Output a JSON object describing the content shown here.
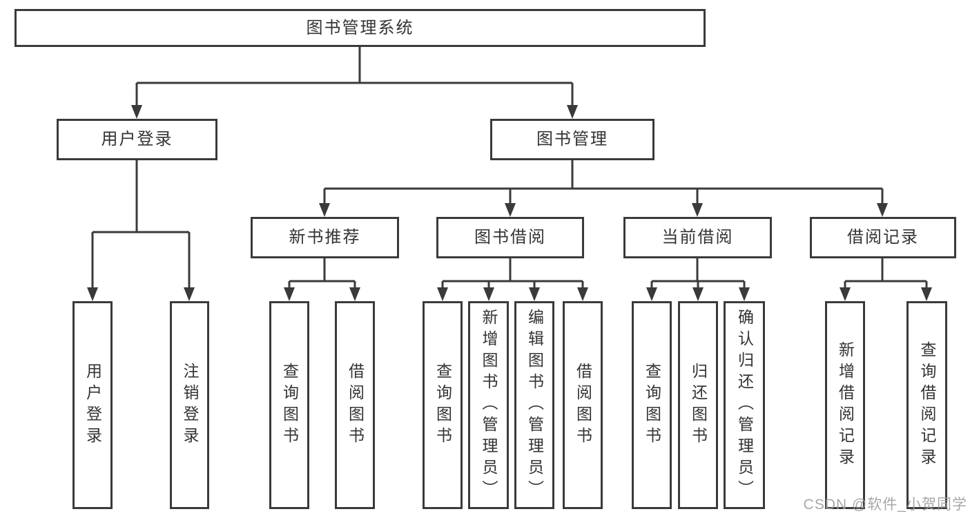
{
  "diagram": {
    "type": "tree",
    "root": {
      "label": "图书管理系统",
      "children": [
        {
          "label": "用户登录",
          "children": [
            {
              "label": "用户登录"
            },
            {
              "label": "注销登录"
            }
          ]
        },
        {
          "label": "图书管理",
          "children": [
            {
              "label": "新书推荐",
              "children": [
                {
                  "label": "查询图书"
                },
                {
                  "label": "借阅图书"
                }
              ]
            },
            {
              "label": "图书借阅",
              "children": [
                {
                  "label": "查询图书"
                },
                {
                  "label": "新增图书（管理员）"
                },
                {
                  "label": "编辑图书（管理员）"
                },
                {
                  "label": "借阅图书"
                }
              ]
            },
            {
              "label": "当前借阅",
              "children": [
                {
                  "label": "查询图书"
                },
                {
                  "label": "归还图书"
                },
                {
                  "label": "确认归还（管理员）"
                }
              ]
            },
            {
              "label": "借阅记录",
              "children": [
                {
                  "label": "新增借阅记录"
                },
                {
                  "label": "查询借阅记录"
                }
              ]
            }
          ]
        }
      ]
    }
  },
  "watermark": {
    "text": "CSDN @软件_小贺同学"
  },
  "colors": {
    "line": "#3a3a3a",
    "box_border": "#3a3a3a",
    "text": "#333333",
    "background": "#ffffff",
    "watermark": "#9e9e9e"
  }
}
